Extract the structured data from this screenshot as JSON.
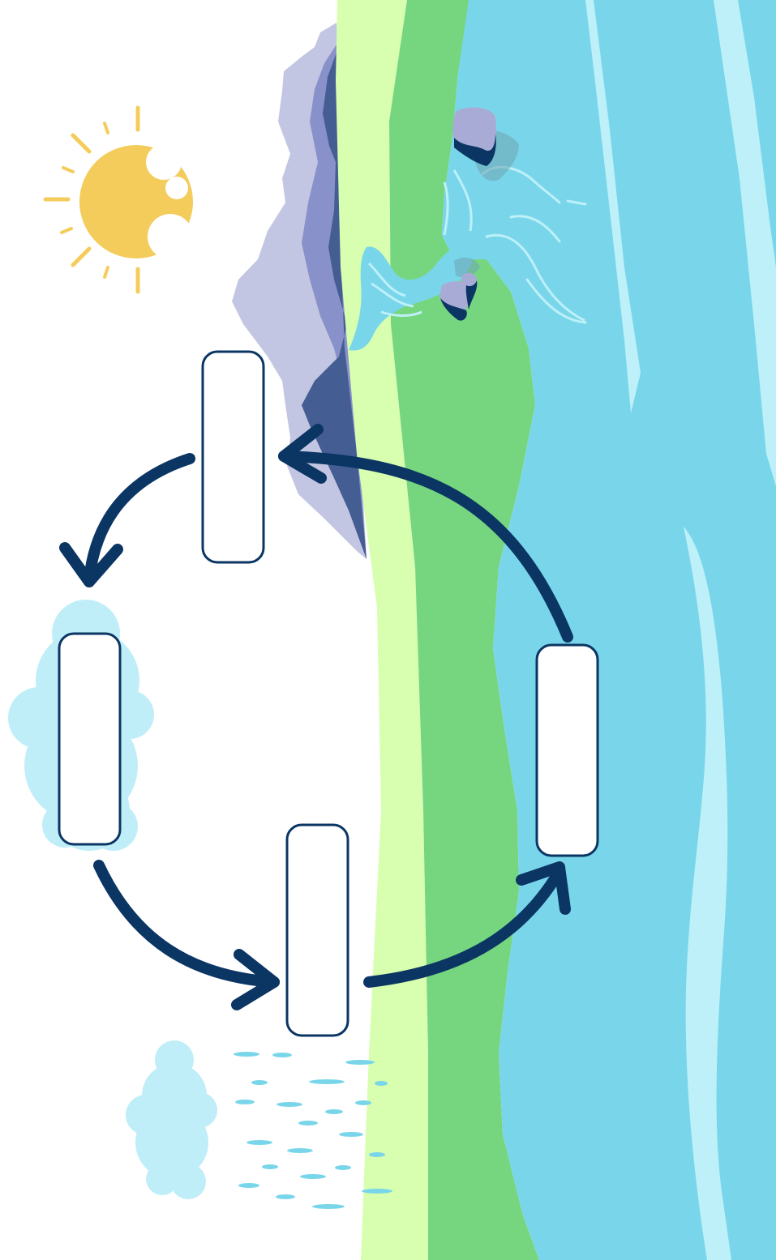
{
  "diagram": {
    "type": "cycle",
    "stages": [
      {
        "id": "stage-top",
        "label": ""
      },
      {
        "id": "stage-left",
        "label": ""
      },
      {
        "id": "stage-bottom",
        "label": ""
      },
      {
        "id": "stage-right",
        "label": ""
      }
    ],
    "arrows": [
      {
        "from": "stage-top",
        "to": "stage-left"
      },
      {
        "from": "stage-left",
        "to": "stage-bottom"
      },
      {
        "from": "stage-bottom",
        "to": "stage-right"
      },
      {
        "from": "stage-right",
        "to": "stage-top"
      }
    ],
    "illustrations": [
      "sun-icon",
      "mountain-icon",
      "river-icon",
      "rock-icon",
      "cloud-icon",
      "rain-cloud-icon"
    ]
  },
  "colors": {
    "arrow": "#0b3563",
    "box_border": "#0b3563",
    "box_fill": "#ffffff",
    "sun": "#f4cc5b",
    "cloud": "#c0eef8",
    "sand": "#d7ffaf",
    "grass": "#76d680",
    "water": "#79d6ea",
    "water_light": "#bdf0f8",
    "mountain_light": "#c3c6e2",
    "mountain_mid": "#8891c9",
    "mountain_dark": "#445d93",
    "rock": "#a8abd6",
    "rain": "#79d6ea"
  }
}
